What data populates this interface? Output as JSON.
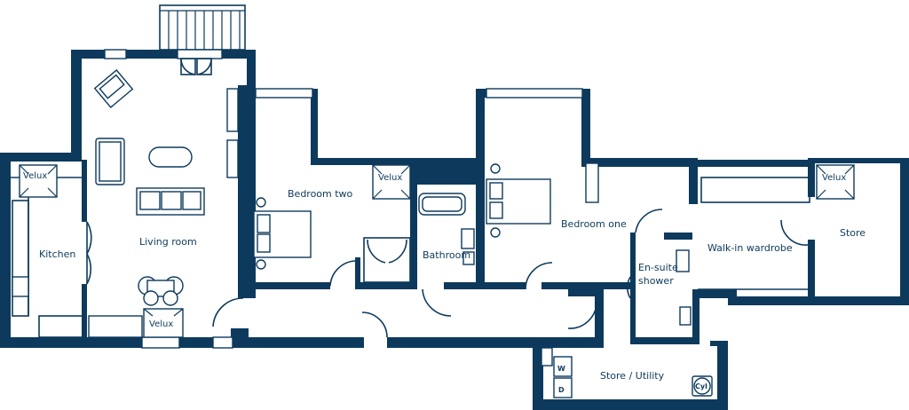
{
  "rooms": {
    "living_room": "Living room",
    "kitchen": "Kitchen",
    "bedroom_two": "Bedroom two",
    "bathroom": "Bathroom",
    "bedroom_one": "Bedroom one",
    "ensuite": [
      "En-suite",
      "shower"
    ],
    "walk_in_wardrobe": "Walk-in wardrobe",
    "store": "Store",
    "store_utility": "Store / Utility"
  },
  "velux_label": "Velux",
  "appliances": {
    "washer": "W",
    "dryer": "D",
    "cylinder": "Cyl"
  },
  "colors": {
    "wall": "#0d3a5c",
    "background": "#ffffff"
  }
}
